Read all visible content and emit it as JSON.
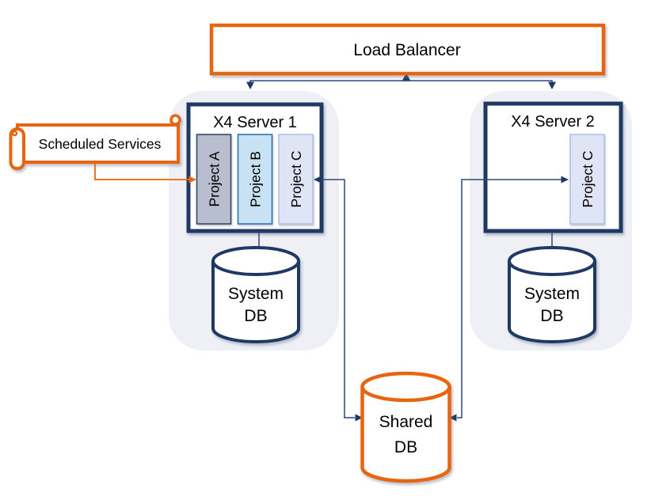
{
  "colors": {
    "orange": "#E8650F",
    "navy_border": "#1F3864",
    "connector_line": "#2E4679",
    "group_background": "#EEF0F6",
    "shape_fill": "#FFFFFF",
    "project_a_fill": "#B8BECD",
    "project_a_border": "#3A4963",
    "project_b_fill": "#C8E2F4",
    "project_b_border": "#2E75B6",
    "project_c_fill": "#E0E5F6",
    "project_c_border": "#B2C0E6",
    "text": "#000000"
  },
  "nodes": {
    "load_balancer": {
      "label": "Load Balancer"
    },
    "scheduled_services": {
      "label": "Scheduled Services"
    },
    "server1": {
      "label": "X4 Server 1",
      "projects": [
        {
          "label": "Project A"
        },
        {
          "label": "Project B"
        },
        {
          "label": "Project C"
        }
      ]
    },
    "server2": {
      "label": "X4 Server 2",
      "projects": [
        {
          "label": "Project C"
        }
      ]
    },
    "system_db_1": {
      "line1": "System",
      "line2": "DB"
    },
    "system_db_2": {
      "line1": "System",
      "line2": "DB"
    },
    "shared_db": {
      "line1": "Shared",
      "line2": "DB"
    }
  },
  "edges": [
    {
      "from": "load-balancer",
      "to": "server1-group",
      "color": "navy",
      "arrowheads": "down"
    },
    {
      "from": "load-balancer",
      "to": "server2-group",
      "color": "navy",
      "arrowheads": "down"
    },
    {
      "from": "servers",
      "to": "load-balancer",
      "color": "navy",
      "arrowheads": "up"
    },
    {
      "from": "scheduled-services",
      "to": "server1-project-a",
      "color": "orange",
      "arrowheads": "right"
    },
    {
      "from": "shared-db",
      "to": "server1-project-c",
      "color": "navy",
      "arrowheads": "both"
    },
    {
      "from": "shared-db",
      "to": "server2-project-c",
      "color": "navy",
      "arrowheads": "both"
    },
    {
      "from": "server1",
      "to": "system-db-1",
      "color": "navy",
      "arrowheads": "none"
    },
    {
      "from": "server2",
      "to": "system-db-2",
      "color": "navy",
      "arrowheads": "none"
    }
  ]
}
